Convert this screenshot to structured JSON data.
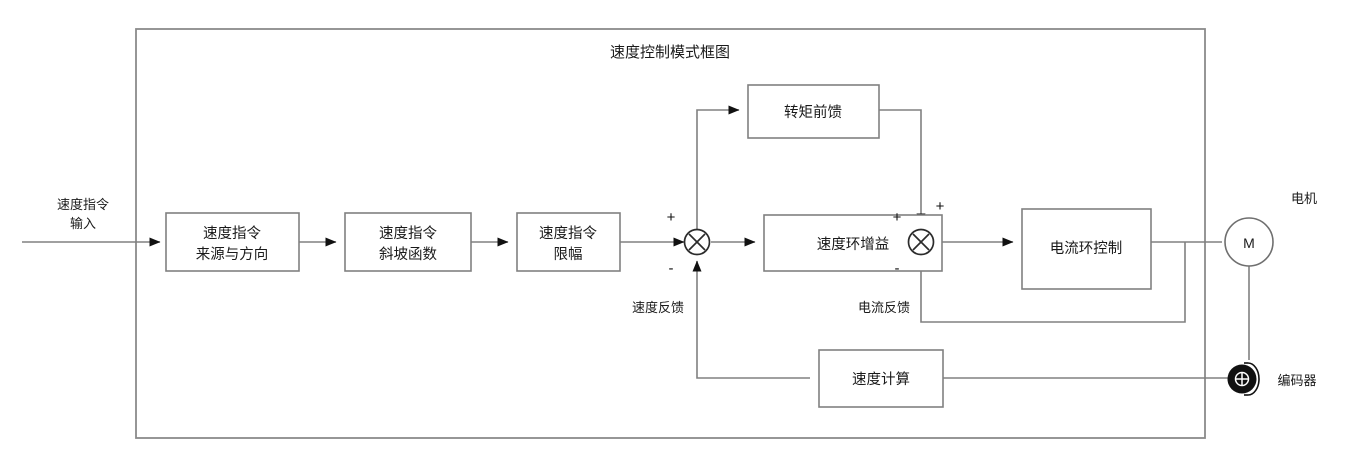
{
  "diagram": {
    "title": "速度控制模式框图",
    "type": "block-diagram",
    "input_label": {
      "line1": "速度指令",
      "line2": "输入"
    },
    "blocks": [
      {
        "id": "cmd-source",
        "line1": "速度指令",
        "line2": "来源与方向"
      },
      {
        "id": "cmd-ramp",
        "line1": "速度指令",
        "line2": "斜坡函数"
      },
      {
        "id": "cmd-limit",
        "line1": "速度指令",
        "line2": "限幅"
      },
      {
        "id": "torque-ff",
        "line1": "转矩前馈",
        "line2": ""
      },
      {
        "id": "speed-loop-gain",
        "line1": "速度环增益",
        "line2": ""
      },
      {
        "id": "current-loop",
        "line1": "电流环控制",
        "line2": ""
      },
      {
        "id": "speed-calc",
        "line1": "速度计算",
        "line2": ""
      }
    ],
    "summing_junctions": [
      {
        "id": "speed-sum",
        "glyph": "x",
        "signs": {
          "left": "+",
          "bottom": "-"
        }
      },
      {
        "id": "current-sum",
        "glyph": "x",
        "signs": {
          "left": "+",
          "top": "+",
          "bottom": "-"
        }
      }
    ],
    "feedback_labels": {
      "speed": "速度反馈",
      "current": "电流反馈"
    },
    "motor": {
      "symbol": "M",
      "label": "电机"
    },
    "encoder": {
      "icon": "encoder-icon",
      "label": "编码器"
    },
    "colors": {
      "wire": "#808080",
      "box_border": "#808080",
      "text": "#1a1a1a",
      "junction": "#2b2b2b",
      "background": "#ffffff"
    }
  }
}
